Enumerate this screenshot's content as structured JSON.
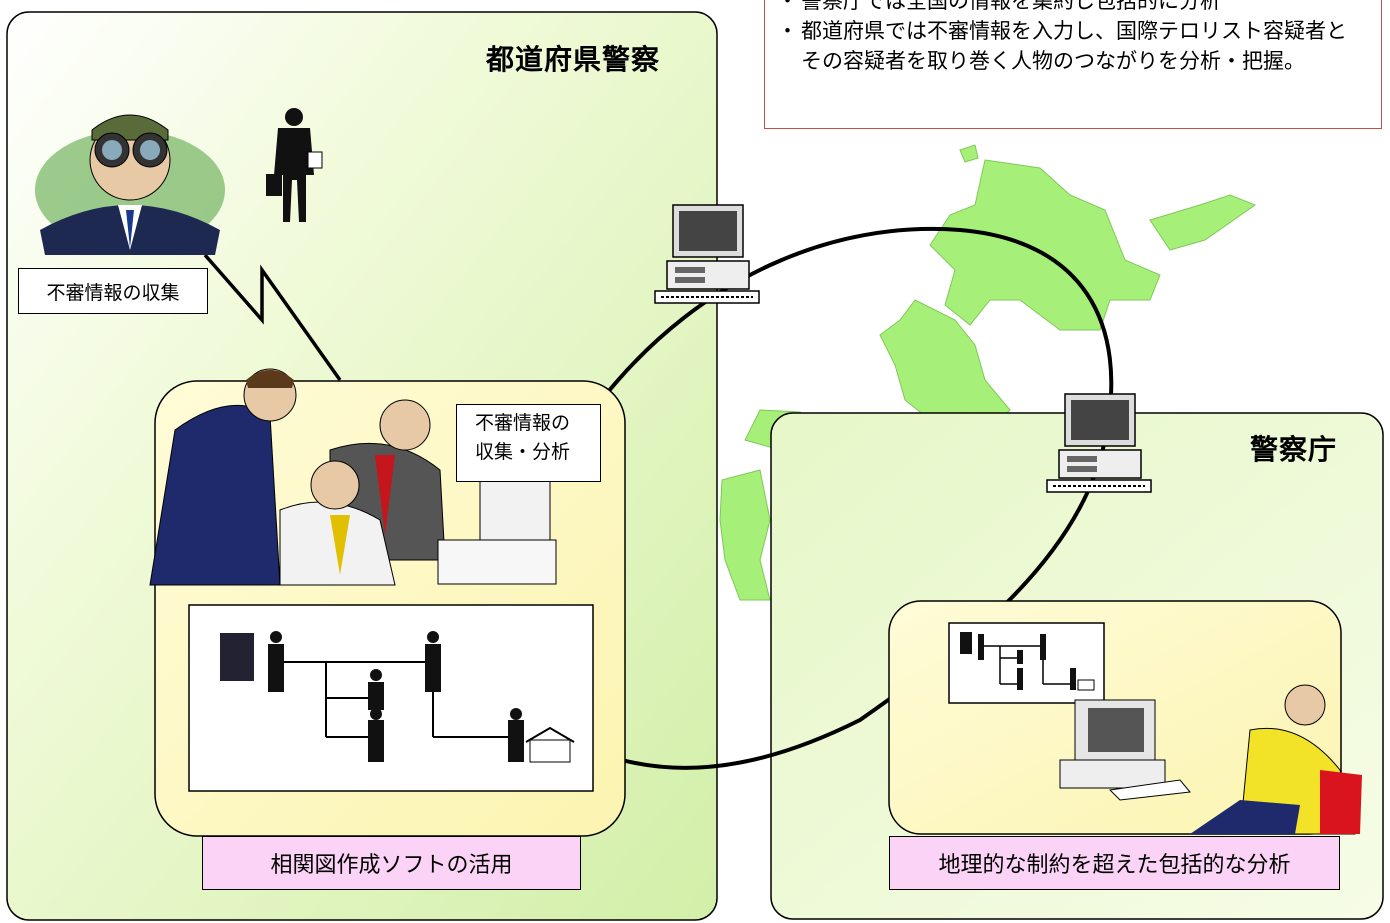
{
  "notes": {
    "items": [
      "警察庁では全国の情報を集約し包括的に分析",
      "都道府県では不審情報を入力し、国際テロリスト容疑者とその容疑者を取り巻く人物のつながりを分析・把握。"
    ],
    "bullet": "・"
  },
  "left_panel": {
    "title": "都道府県警察",
    "collect_label": "不審情報の収集",
    "callout_line1": "不審情報の",
    "callout_line2": "収集・分析",
    "footer_label": "相関図作成ソフトの活用"
  },
  "right_panel": {
    "title": "警察庁",
    "footer_label": "地理的な制約を超えた包括的な分析"
  },
  "colors": {
    "panel_green": "#e8f8c4",
    "panel_yellow": "#fffac8",
    "map_green": "#a6f07a",
    "pink": "#fbd3f6",
    "notes_border": "#c0504d"
  }
}
